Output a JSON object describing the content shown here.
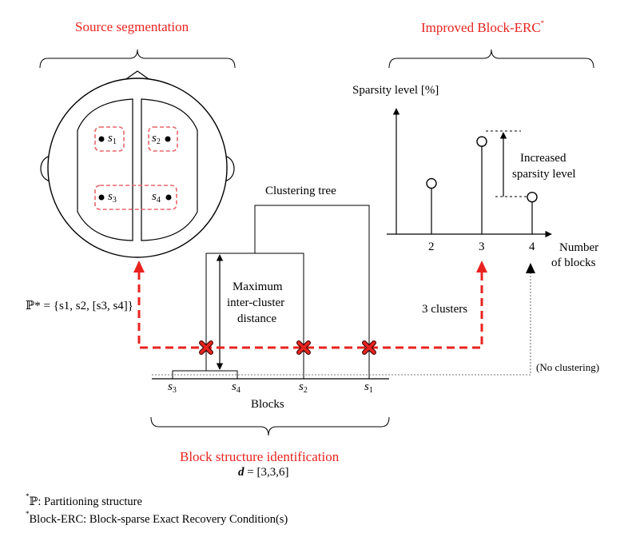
{
  "titles": {
    "source_segmentation": "Source segmentation",
    "improved_block_erc": "Improved Block-ERC",
    "improved_block_erc_mark": "*",
    "block_structure_identification": "Block structure identification"
  },
  "head": {
    "sources": [
      {
        "letter": "s",
        "index": "1"
      },
      {
        "letter": "s",
        "index": "2"
      },
      {
        "letter": "s",
        "index": "3"
      },
      {
        "letter": "s",
        "index": "4"
      }
    ]
  },
  "partition_formula": "ℙ* = {s1, s2, [s3, s4]}",
  "dendrogram": {
    "title": "Clustering tree",
    "distance_label_lines": [
      "Maximum",
      "inter-cluster",
      "distance"
    ],
    "leaves": [
      {
        "letter": "s",
        "index": "3"
      },
      {
        "letter": "s",
        "index": "4"
      },
      {
        "letter": "s",
        "index": "2"
      },
      {
        "letter": "s",
        "index": "1"
      }
    ],
    "axis_label": "Blocks",
    "d_label": "d",
    "d_value": "= [3,3,6]",
    "cut_label": "3 clusters",
    "no_clustering_label": "(No clustering)"
  },
  "sparsity_chart": {
    "ylabel": "Sparsity level [%]",
    "xlabel_lines": [
      "Number",
      "of blocks"
    ],
    "x": [
      2,
      3,
      4
    ],
    "relative_level": [
      0.52,
      0.95,
      0.38
    ],
    "annotation_lines": [
      "Increased",
      "sparsity level"
    ]
  },
  "footnotes": [
    {
      "mark": "*",
      "text": "ℙ: Partitioning structure"
    },
    {
      "mark": "*",
      "text": "Block-ERC: Block-sparse Exact Recovery Condition(s)"
    }
  ],
  "colors": {
    "accent_red": "#e8231f",
    "box_red": "#e8656a",
    "line": "#000000",
    "dotted_gray": "#777777"
  }
}
